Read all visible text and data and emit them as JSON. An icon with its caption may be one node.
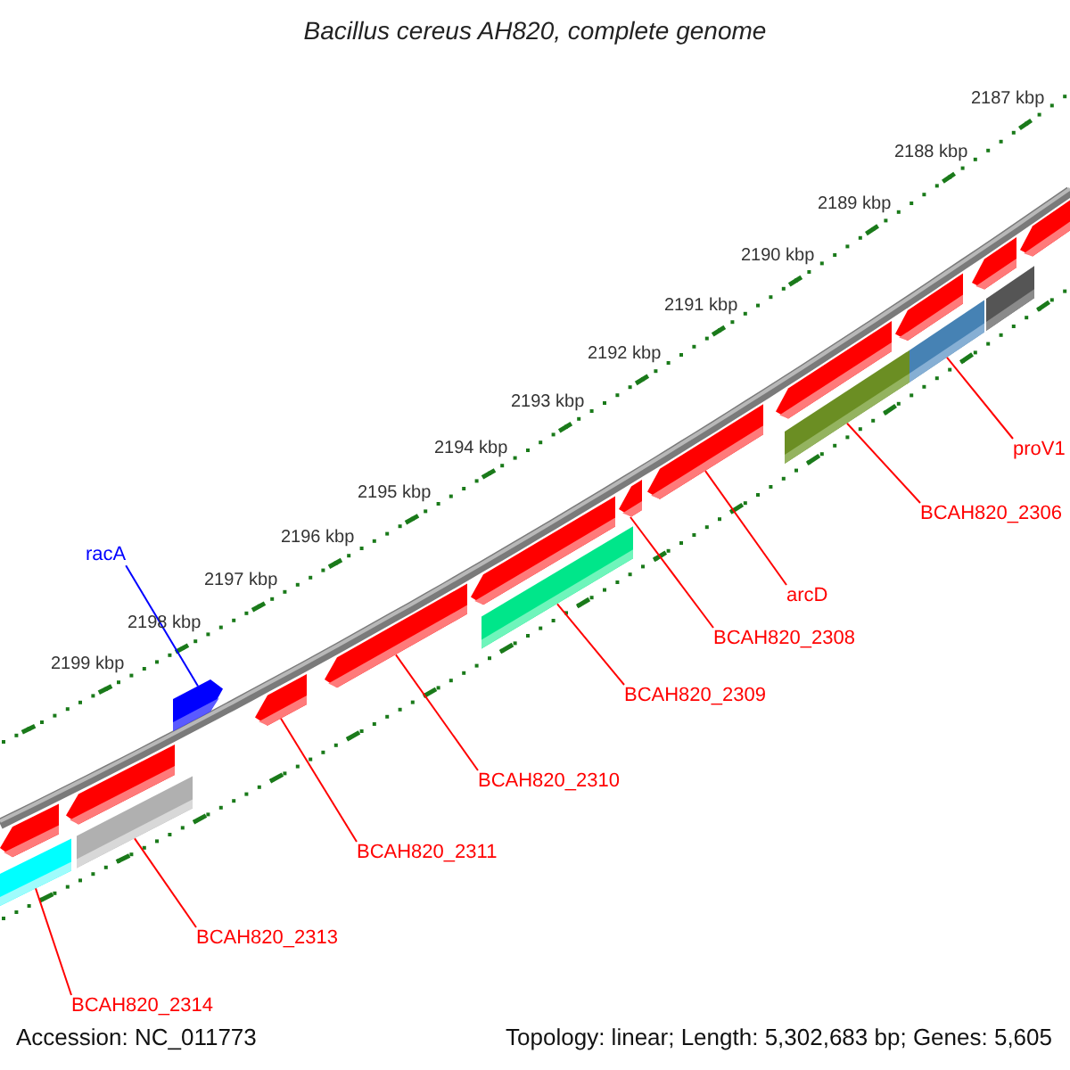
{
  "diagram": {
    "title": "Bacillus cereus AH820, complete genome",
    "nodes": [
      {
        "text": [
          "proV1"
        ]
      },
      {
        "text": [
          "BCAH820_2306"
        ]
      },
      {
        "text": [
          "racA"
        ]
      },
      {
        "text": [
          "arcD"
        ]
      },
      {
        "text": [
          "BCAH820_2308"
        ]
      },
      {
        "text": [
          "BCAH820_2309"
        ]
      },
      {
        "text": [
          "BCAH820_2310"
        ]
      },
      {
        "text": [
          "BCAH820_2311"
        ]
      },
      {
        "text": [
          "BCAH820_2313"
        ]
      },
      {
        "text": [
          "BCAH820_2314"
        ]
      },
      {
        "text": [],
        "shape": "bar"
      },
      {
        "text": [],
        "shape": "arrow"
      },
      {
        "text": [],
        "shape": "arrow"
      },
      {
        "text": [],
        "shape": "bar"
      },
      {
        "text": [],
        "shape": "arrow"
      },
      {
        "text": [],
        "shape": "arrow"
      },
      {
        "text": [],
        "shape": "arrow"
      },
      {
        "text": [],
        "shape": "arrow"
      },
      {
        "text": [],
        "shape": "bar"
      },
      {
        "text": [],
        "shape": "arrow"
      },
      {
        "text": [],
        "shape": "arrow"
      },
      {
        "text": [],
        "shape": "arrow"
      },
      {
        "text": [],
        "shape": "bar"
      },
      {
        "text": [],
        "shape": "arrow"
      },
      {
        "text": [],
        "shape": "bar"
      },
      {
        "text": [],
        "shape": "arrow"
      },
      {
        "text": [],
        "shape": "bar"
      },
      {
        "text": [],
        "shape": "arrow"
      }
    ],
    "edges": [
      {
        "from": 0,
        "to": 24,
        "arrow": "none"
      },
      {
        "from": 1,
        "to": 22,
        "arrow": "none"
      },
      {
        "from": 2,
        "to": 14,
        "arrow": "none",
        "color": "#0000ff"
      },
      {
        "from": 3,
        "to": 20,
        "arrow": "none"
      },
      {
        "from": 4,
        "to": 19,
        "arrow": "none"
      },
      {
        "from": 5,
        "to": 18,
        "arrow": "none"
      },
      {
        "from": 6,
        "to": 16,
        "arrow": "none"
      },
      {
        "from": 7,
        "to": 15,
        "arrow": "none"
      },
      {
        "from": 8,
        "to": 13,
        "arrow": "none"
      },
      {
        "from": 9,
        "to": 10,
        "arrow": "none"
      }
    ],
    "labels": [
      "2187 kbp",
      "2188 kbp",
      "2189 kbp",
      "2190 kbp",
      "2191 kbp",
      "2192 kbp",
      "2193 kbp",
      "2194 kbp",
      "2195 kbp",
      "2196 kbp",
      "2197 kbp",
      "2198 kbp",
      "2199 kbp",
      "Accession: NC_011773",
      "Topology: linear; Length: 5,302,683 bp; Genes: 5,605"
    ]
  }
}
